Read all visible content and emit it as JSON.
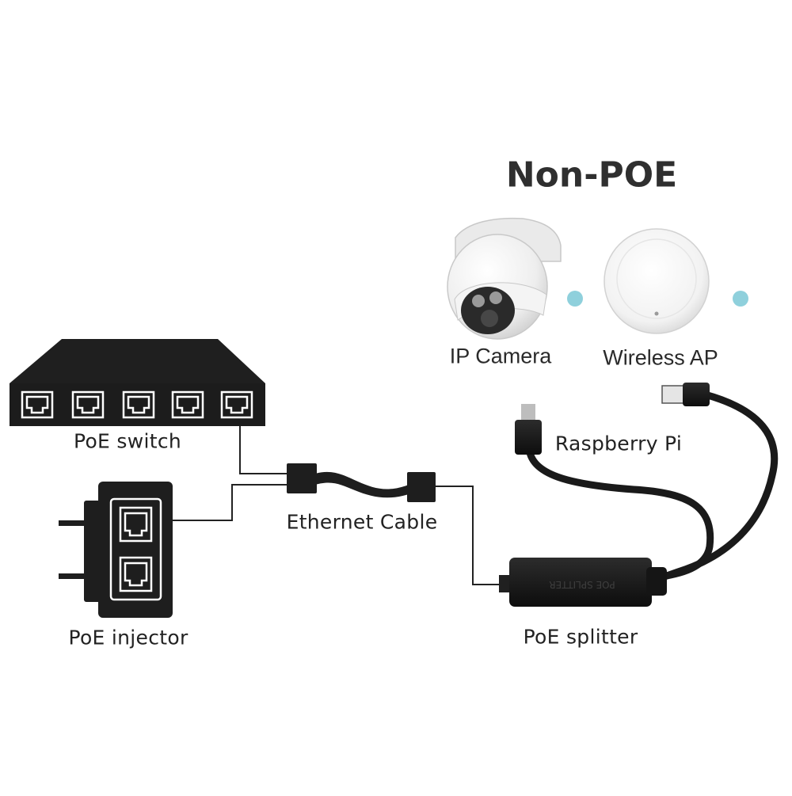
{
  "heading": "Non-POE",
  "devices": {
    "camera": "IP Camera",
    "ap": "Wireless AP"
  },
  "labels": {
    "switch": "PoE switch",
    "injector": "PoE injector",
    "cable": "Ethernet Cable",
    "splitter": "PoE splitter",
    "pi": "Raspberry Pi"
  },
  "splitter_print": "POE SPLITTER",
  "colors": {
    "device_dark": "#1e1e1e",
    "dot": "#8fd0dc",
    "text": "#222222"
  }
}
